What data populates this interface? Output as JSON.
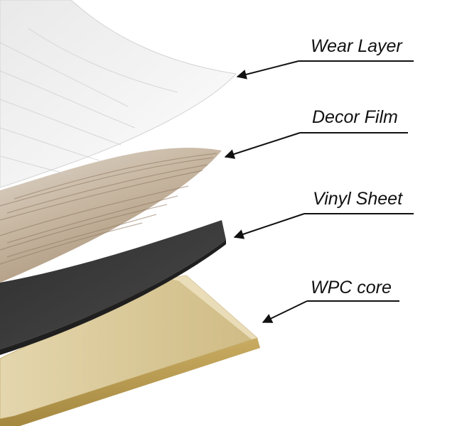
{
  "labels": {
    "wear_layer": "Wear Layer",
    "decor_film": "Decor Film",
    "vinyl_sheet": "Vinyl Sheet",
    "wpc_core": "WPC core"
  },
  "colors": {
    "wear_layer": "#f2f2f2",
    "decor_film": "#c9b9a4",
    "vinyl_sheet": "#3a3a3a",
    "wpc_core": "#d9c99a",
    "wpc_edge": "#b89a4e",
    "leader_line": "#111111"
  }
}
